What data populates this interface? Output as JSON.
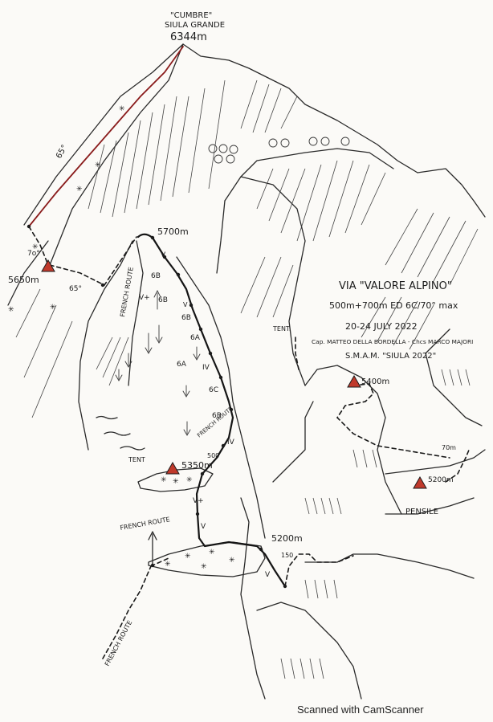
{
  "summit": {
    "label_1": "\"CUMBRE\"",
    "label_2": "SIULA GRANDE",
    "altitude": "6344m"
  },
  "route_info": {
    "title": "VIA \"VALORE ALPINO\"",
    "stats": "500m+700m ED 6C/70° max",
    "dates": "20-24 JULY 2022",
    "team": "Cap. MATTEO DELLA BORDELLA - Chcs MARCO MAJORI",
    "expedition": "S.M.A.M. \"SIULA 2022\""
  },
  "camps": [
    {
      "altitude": "5650m"
    },
    {
      "altitude": "5350m",
      "note": "TENT"
    },
    {
      "altitude": "5400m"
    },
    {
      "altitude": "5200m"
    }
  ],
  "altitude_labels": {
    "a5700": "5700m",
    "a5200": "5200m",
    "a70m": "70m",
    "a150": "150",
    "a500": "500",
    "tent2": "TENT."
  },
  "grades": [
    "65°",
    "7o°",
    "65°",
    "V",
    "6B",
    "6B",
    "V+",
    "V",
    "6B",
    "6A",
    "6A",
    "IV",
    "6C",
    "6B",
    "IV",
    "V+",
    "V",
    "V"
  ],
  "place_labels": {
    "french_route": "FRENCH ROUTE",
    "french_route_2": "FRENCH ROUTE",
    "french_route_3": "FRENCH ROUTE",
    "french_route_4": "FRENCH ROUTE",
    "pensile": "PENSILE"
  },
  "watermark": "Scanned with CamScanner",
  "colors": {
    "ink": "#1b1b1b",
    "camp_triangle": "#c0392b",
    "summit_ridge": "#8a1c1c",
    "paper": "#fbfaf7"
  }
}
